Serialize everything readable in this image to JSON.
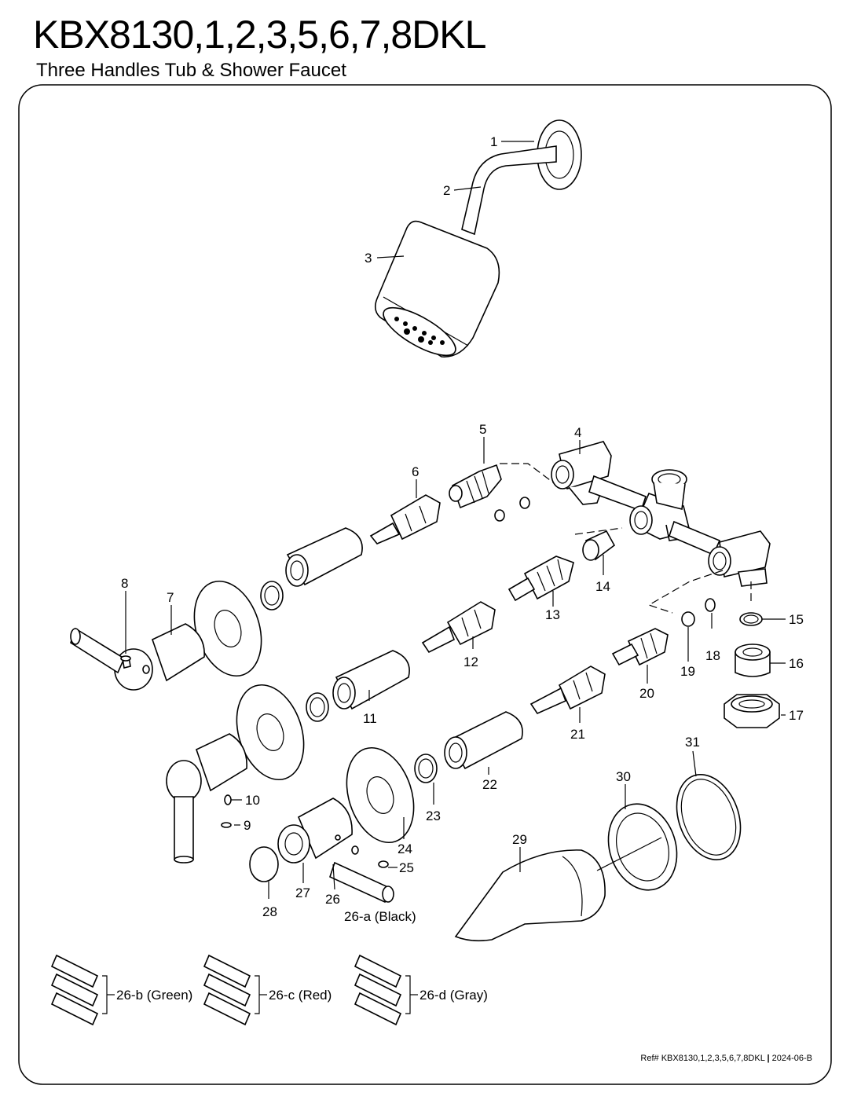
{
  "header": {
    "title": "KBX8130,1,2,3,5,6,7,8DKL",
    "subtitle": "Three Handles Tub & Shower Faucet"
  },
  "footer": {
    "ref_prefix": "Ref#",
    "ref": "KBX8130,1,2,3,5,6,7,8DKL",
    "date": "2024-06-B"
  },
  "callouts": {
    "c1": "1",
    "c2": "2",
    "c3": "3",
    "c4": "4",
    "c5": "5",
    "c6": "6",
    "c7": "7",
    "c8": "8",
    "c9": "9",
    "c10": "10",
    "c11": "11",
    "c12": "12",
    "c13": "13",
    "c14": "14",
    "c15": "15",
    "c16": "16",
    "c17": "17",
    "c18": "18",
    "c19": "19",
    "c20": "20",
    "c21": "21",
    "c22": "22",
    "c23": "23",
    "c24": "24",
    "c25": "25",
    "c26": "26",
    "c26a": "26-a (Black)",
    "c26b": "26-b (Green)",
    "c26c": "26-c (Red)",
    "c26d": "26-d (Gray)",
    "c27": "27",
    "c28": "28",
    "c29": "29",
    "c30": "30",
    "c31": "31"
  }
}
